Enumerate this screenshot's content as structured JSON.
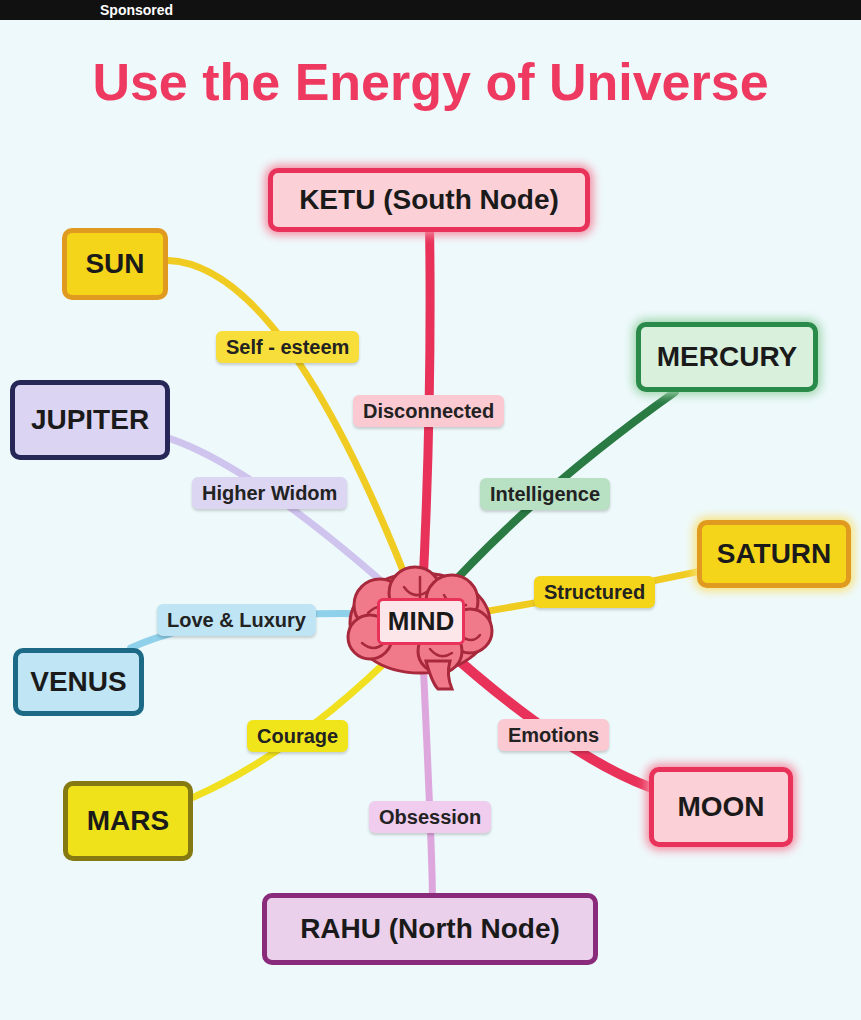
{
  "diagram": {
    "title": "Use the Energy of Universe",
    "nodes": [
      {
        "text": [
          "KETU (South Node)"
        ]
      },
      {
        "text": [
          "SUN"
        ]
      },
      {
        "text": [
          "MERCURY"
        ]
      },
      {
        "text": [
          "JUPITER"
        ]
      },
      {
        "text": [
          "SATURN"
        ]
      },
      {
        "text": [
          "MIND"
        ]
      },
      {
        "text": [
          "VENUS"
        ]
      },
      {
        "text": [
          "MARS"
        ]
      },
      {
        "text": [
          "MOON"
        ]
      },
      {
        "text": [
          "RAHU (North Node)"
        ]
      }
    ],
    "edges": [
      {
        "from": 5,
        "to": 0,
        "arrow": "none",
        "label": "Disconnected"
      },
      {
        "from": 5,
        "to": 1,
        "arrow": "none",
        "label": "Self - esteem"
      },
      {
        "from": 5,
        "to": 2,
        "arrow": "none",
        "label": "Intelligence"
      },
      {
        "from": 5,
        "to": 3,
        "arrow": "none",
        "label": "Higher Widom"
      },
      {
        "from": 5,
        "to": 4,
        "arrow": "none",
        "label": "Structured"
      },
      {
        "from": 5,
        "to": 6,
        "arrow": "none",
        "label": "Love & Luxury"
      },
      {
        "from": 5,
        "to": 7,
        "arrow": "none",
        "label": "Courage"
      },
      {
        "from": 5,
        "to": 8,
        "arrow": "none",
        "label": "Emotions"
      },
      {
        "from": 5,
        "to": 9,
        "arrow": "none",
        "label": "Obsession"
      }
    ],
    "labels": [
      "Sponsored"
    ]
  }
}
